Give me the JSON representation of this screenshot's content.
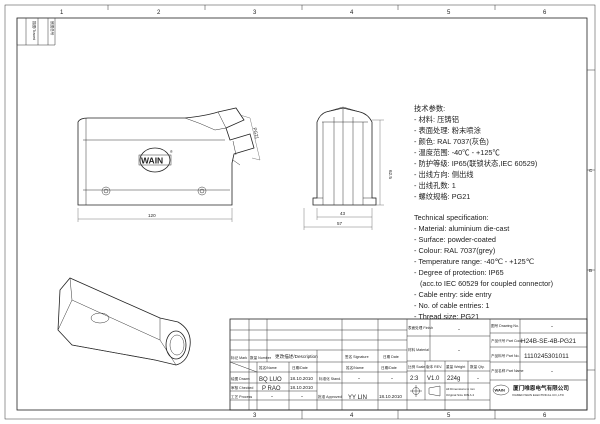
{
  "frame": {
    "columns": [
      "1",
      "2",
      "3",
      "4",
      "5",
      "6"
    ],
    "rows_right": [
      "C",
      "B"
    ],
    "corner_labels": [
      "描图/Traced",
      "底图总号"
    ]
  },
  "dimensions": {
    "length": "120",
    "thread": "PG21",
    "height": "62.5",
    "width_inner": "43",
    "width_outer": "57"
  },
  "logo_text": "WAIN",
  "spec_cn": {
    "title": "技术参数:",
    "items": [
      "- 材料: 压铸铝",
      "- 表面处理: 粉末喷涂",
      "- 颜色: RAL 7037(灰色)",
      "- 温度范围: -40℃ - +125℃",
      "- 防护等级: IP65(联锁状态,IEC 60529)",
      "- 出线方向: 侧出线",
      "- 出线孔数: 1",
      "- 螺纹规格: PG21"
    ]
  },
  "spec_en": {
    "title": "Technical specification:",
    "items": [
      "- Material: aluminium die-cast",
      "- Surface: powder-coated",
      "- Colour: RAL 7037(grey)",
      "- Temperature range: -40℃ - +125℃",
      "- Degree of protection: IP65",
      "  (acc.to IEC 60529 for coupled connector)",
      "- Cable entry: side entry",
      "- No. of cable entries: 1",
      "- Thread size: PG21"
    ]
  },
  "title_block": {
    "mark": "标记 Mark",
    "number": "数量 Number",
    "description": "更改描述/Description",
    "signature": "签名 Signature",
    "date_h": "日期 Date",
    "name": "姓名/Name",
    "date": "日期/Date",
    "name2": "姓名/Name",
    "date2": "日期/Date",
    "drawn": "绘图 Drawn",
    "drawn_name": "BQ  LUO",
    "drawn_date": "18.10.2010",
    "stand": "标准化 Stand.",
    "stand_name": "-",
    "stand_date": "-",
    "checked": "审核 Checked",
    "checked_name": "P  RAO",
    "checked_date": "18.10.2010",
    "process": "工艺 Process",
    "process_name": "-",
    "process_date": "-",
    "approved": "批准 Approved",
    "approved_name": "YY  LIN",
    "approved_date": "18.10.2010",
    "finish": "表面处理 Finish",
    "finish_value": "-",
    "material": "材料 Material",
    "material_value": "-",
    "scale": "比例 Scale",
    "scale_value": "2:3",
    "rev": "版本 REV.",
    "rev_value": "V1.0",
    "weight": "重量 Weight",
    "weight_value": "224g",
    "qty": "数量 Qty.",
    "qty_value": "-",
    "dims_note1": "All Dimensions in mm",
    "dims_note2": "Original Size DIN A 4",
    "drawing_no": "图号 Drawing No.",
    "drawing_no_value": "-",
    "part_code": "产品代号 Part Code",
    "part_code_value": "H24B-SE-4B-PG21",
    "part_no": "产品料号 Part No.",
    "part_no_value": "1110245301011",
    "part_name": "产品名称 Part Name",
    "part_name_value": "-",
    "company_cn": "厦门唯恩电气有限公司",
    "company_en": "XIAMEN WAIN ELECTRICAL CO.,LTD"
  }
}
